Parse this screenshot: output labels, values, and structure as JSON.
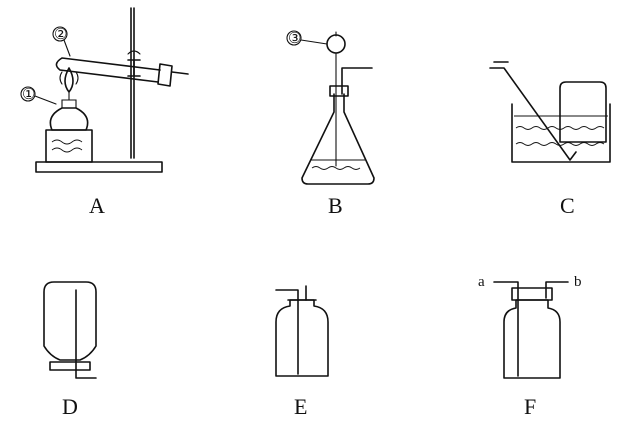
{
  "apparatus": {
    "A": {
      "letter": "A",
      "markers": [
        "①",
        "②"
      ]
    },
    "B": {
      "letter": "B",
      "markers": [
        "③"
      ]
    },
    "C": {
      "letter": "C"
    },
    "D": {
      "letter": "D"
    },
    "E": {
      "letter": "E"
    },
    "F": {
      "letter": "F",
      "ports": [
        "a",
        "b"
      ]
    }
  },
  "colors": {
    "ink": "#111111",
    "paper": "#ffffff"
  }
}
